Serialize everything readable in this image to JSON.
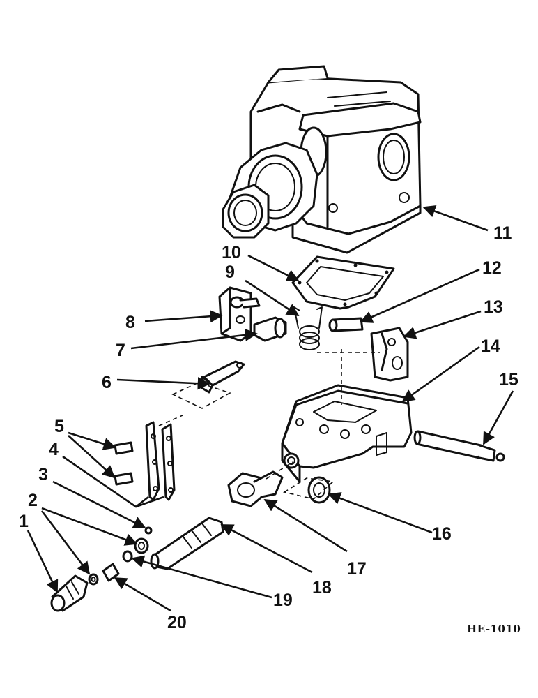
{
  "callouts": [
    {
      "id": "1",
      "text": "1"
    },
    {
      "id": "2",
      "text": "2"
    },
    {
      "id": "3",
      "text": "3"
    },
    {
      "id": "4",
      "text": "4"
    },
    {
      "id": "5",
      "text": "5"
    },
    {
      "id": "6",
      "text": "6"
    },
    {
      "id": "7",
      "text": "7"
    },
    {
      "id": "8",
      "text": "8"
    },
    {
      "id": "9",
      "text": "9"
    },
    {
      "id": "10",
      "text": "10"
    },
    {
      "id": "11",
      "text": "11"
    },
    {
      "id": "12",
      "text": "12"
    },
    {
      "id": "13",
      "text": "13"
    },
    {
      "id": "14",
      "text": "14"
    },
    {
      "id": "15",
      "text": "15"
    },
    {
      "id": "16",
      "text": "16"
    },
    {
      "id": "17",
      "text": "17"
    },
    {
      "id": "18",
      "text": "18"
    },
    {
      "id": "19",
      "text": "19"
    },
    {
      "id": "20",
      "text": "20"
    }
  ],
  "figure_ref": "HE-1010"
}
